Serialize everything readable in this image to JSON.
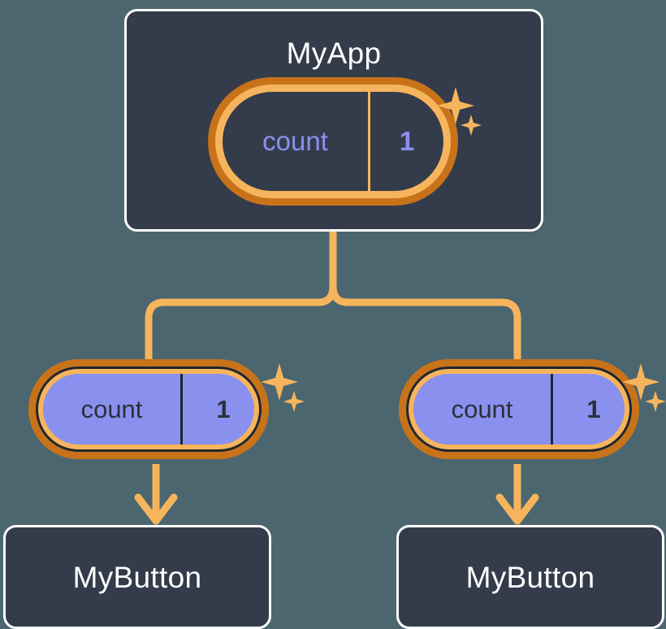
{
  "diagram": {
    "title_semantic": "react-state-propagation-tree",
    "background_color": "#4c6670"
  },
  "palette": {
    "panel_bg": "#343c4b",
    "panel_border": "#ffffff",
    "wire": "#f6b55c",
    "ring_inner": "#f6b55c",
    "ring_outer": "#c8731a",
    "state_fill": "#8a90ee",
    "state_text_dark": "#2b3039",
    "state_text_accent": "#8a90ee",
    "sparkle": "#f6b55c"
  },
  "nodes": {
    "root": {
      "label": "MyApp",
      "state": {
        "key": "count",
        "value": "1",
        "style": "hollow"
      },
      "sparkle": true
    },
    "children": [
      {
        "label": "MyButton",
        "state": {
          "key": "count",
          "value": "1",
          "style": "filled"
        },
        "sparkle": true
      },
      {
        "label": "MyButton",
        "state": {
          "key": "count",
          "value": "1",
          "style": "filled"
        },
        "sparkle": true
      }
    ]
  },
  "icons": {
    "sparkle_large": "sparkle-four-point-large",
    "sparkle_small": "sparkle-four-point-small",
    "arrow": "arrow-down"
  }
}
